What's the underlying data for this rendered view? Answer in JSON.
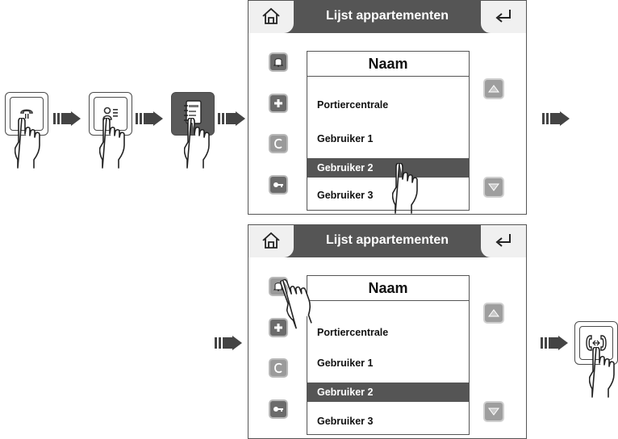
{
  "screens": [
    {
      "title": "Lijst appartementen",
      "list_header": "Naam",
      "rows": [
        "Portiercentrale",
        "Gebruiker 1",
        "Gebruiker 2",
        "Gebruiker 3"
      ],
      "selected_row": "Gebruiker 2"
    },
    {
      "title": "Lijst appartementen",
      "list_header": "Naam",
      "rows": [
        "Portiercentrale",
        "Gebruiker 1",
        "Gebruiker 2",
        "Gebruiker 3"
      ],
      "selected_row": "Gebruiker 2"
    }
  ],
  "icons": {
    "step1_key": "handset-icon",
    "step2_key": "contacts-icon",
    "step3_key": "address-book-icon",
    "final_key": "call-connect-icon",
    "home": "home-icon",
    "back": "return-icon",
    "bell": "bell-icon",
    "add": "plus-icon",
    "clear": "c-icon",
    "key": "key-icon",
    "scroll_up": "triangle-up-icon",
    "scroll_down": "triangle-down-icon",
    "pointer": "hand-pointer-icon",
    "flow": "next-step-arrow-icon"
  },
  "colors": {
    "title_bar": "#555555",
    "selection": "#555555",
    "button": "#6b6b6b"
  }
}
